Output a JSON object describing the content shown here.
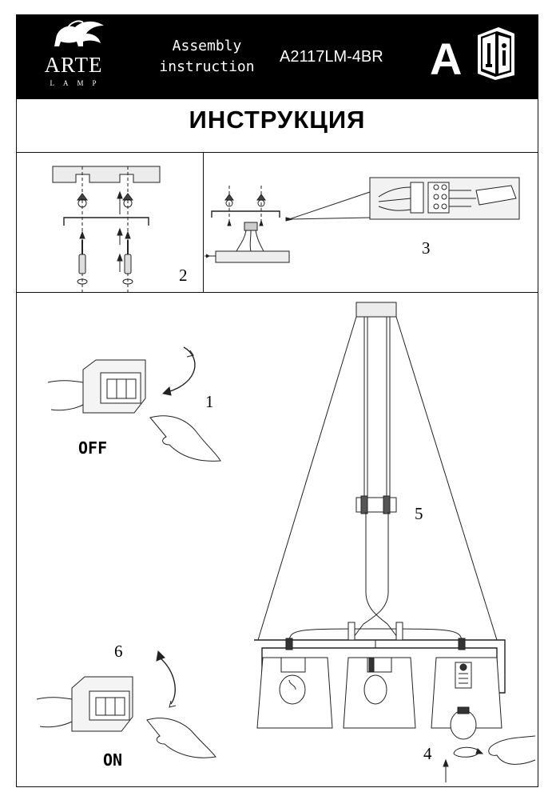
{
  "header": {
    "brand_name": "ARTE",
    "brand_sub": "LAMP",
    "doc_type": "Assembly instruction",
    "model": "A2117LM-4BR",
    "letter": "A",
    "manual_icon": "manual-book-icon",
    "background": "#000000"
  },
  "title": "ИНСТРУКЦИЯ",
  "steps": {
    "step1": "1",
    "step2": "2",
    "step3": "3",
    "step4": "4",
    "step5": "5",
    "step6": "6"
  },
  "switch": {
    "off_label": "OFF",
    "on_label": "ON"
  }
}
